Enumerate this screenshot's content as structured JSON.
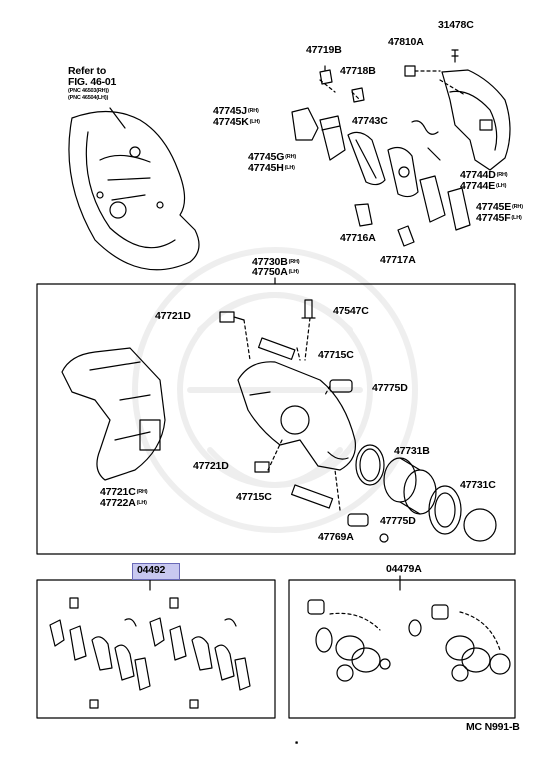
{
  "refer": {
    "line1": "Refer to",
    "line2": "FIG. 46-01",
    "pnc1": "(PNC 46503(RH))",
    "pnc2": "(PNC 46504(LH))"
  },
  "labels": {
    "p31478C": "31478C",
    "p47719B": "47719B",
    "p47810A": "47810A",
    "p47718B": "47718B",
    "p47745J": "47745J",
    "p47745J_sub": "(RH)",
    "p47745K": "47745K",
    "p47745K_sub": "(LH)",
    "p47743C": "47743C",
    "p47745G": "47745G",
    "p47745G_sub": "(RH)",
    "p47745H": "47745H",
    "p47745H_sub": "(LH)",
    "p47744D": "47744D",
    "p47744D_sub": "(RH)",
    "p47744E": "47744E",
    "p47744E_sub": "(LH)",
    "p47745E": "47745E",
    "p47745E_sub": "(RH)",
    "p47745F": "47745F",
    "p47745F_sub": "(LH)",
    "p47716A": "47716A",
    "p47717A": "47717A",
    "p47730B": "47730B",
    "p47730B_sub": "(RH)",
    "p47750A": "47750A",
    "p47750A_sub": "(LH)",
    "p47721D_top": "47721D",
    "p47547C": "47547C",
    "p47715C_top": "47715C",
    "p47775D_top": "47775D",
    "p47731B": "47731B",
    "p47721D_bot": "47721D",
    "p47731C": "47731C",
    "p47721C": "47721C",
    "p47721C_sub": "(RH)",
    "p47722A": "47722A",
    "p47722A_sub": "(LH)",
    "p47715C_bot": "47715C",
    "p47775D_bot": "47775D",
    "p47769A": "47769A",
    "p04492": "04492",
    "p04479A": "04479A",
    "footer": "MC  N991-B"
  },
  "colors": {
    "highlight": "#c8c8f0",
    "ink": "#000000"
  }
}
